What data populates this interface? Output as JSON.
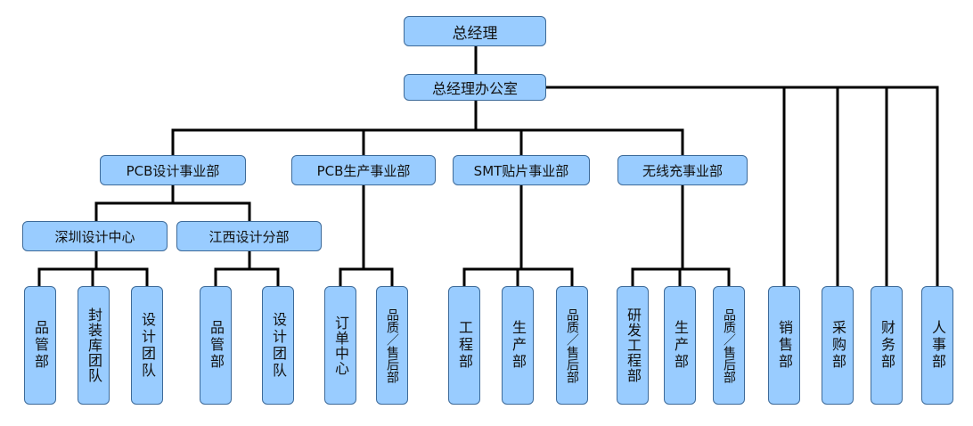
{
  "org": {
    "gm": "总经理",
    "gm_office": "总经理办公室",
    "pcb_design": "PCB设计事业部",
    "pcb_prod": "PCB生产事业部",
    "smt": "SMT贴片事业部",
    "wireless": "无线充事业部",
    "shenzhen": "深圳设计中心",
    "jiangxi": "江西设计分部",
    "sz_qc": "品管部",
    "sz_pkg": "封装库团队",
    "sz_design": "设计团队",
    "jx_qc": "品管部",
    "jx_design": "设计团队",
    "pp_order": "订单中心",
    "pp_quality": "品质／售后部",
    "smt_eng": "工程部",
    "smt_prod": "生产部",
    "smt_quality": "品质／售后部",
    "wl_rd": "研发工程部",
    "wl_prod": "生产部",
    "wl_quality": "品质／售后部",
    "sales": "销售部",
    "purchase": "采购部",
    "finance": "财务部",
    "hr": "人事部"
  }
}
